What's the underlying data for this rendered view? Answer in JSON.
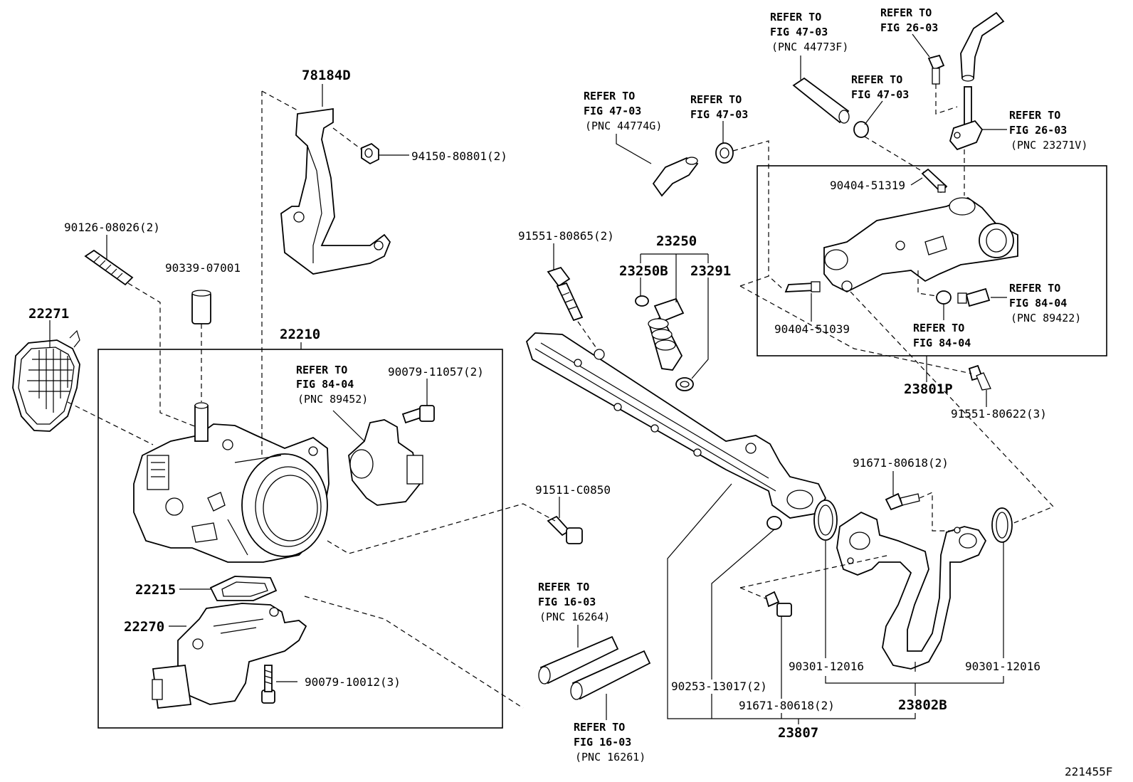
{
  "labels": {
    "p78184D": "78184D",
    "p94150": "94150-80801(2)",
    "p90126": "90126-08026(2)",
    "p90339": "90339-07001",
    "p22271": "22271",
    "p22210": "22210",
    "p90079_11057": "90079-11057(2)",
    "p22215": "22215",
    "p22270": "22270",
    "p90079_10012": "90079-10012(3)",
    "p91551_80865": "91551-80865(2)",
    "p23250": "23250",
    "p23250B": "23250B",
    "p23291": "23291",
    "p91511": "91511-C0850",
    "p90404_51319": "90404-51319",
    "p90404_51039": "90404-51039",
    "p23801P": "23801P",
    "p91551_80622": "91551-80622(3)",
    "p91671_a": "91671-80618(2)",
    "p91671_b": "91671-80618(2)",
    "p90301_a": "90301-12016",
    "p90301_b": "90301-12016",
    "p90253": "90253-13017(2)",
    "p23802B": "23802B",
    "p23807": "23807",
    "fig_code": "221455F"
  },
  "refs": {
    "r1": {
      "l1": "REFER TO",
      "l2": "FIG 47-03",
      "l3": "(PNC 44774G)"
    },
    "r2": {
      "l1": "REFER TO",
      "l2": "FIG 47-03"
    },
    "r3": {
      "l1": "REFER TO",
      "l2": "FIG 47-03",
      "l3": "(PNC 44773F)"
    },
    "r4": {
      "l1": "REFER TO",
      "l2": "FIG 26-03"
    },
    "r5": {
      "l1": "REFER TO",
      "l2": "FIG 47-03"
    },
    "r6": {
      "l1": "REFER TO",
      "l2": "FIG 26-03",
      "l3": "(PNC 23271V)"
    },
    "r7": {
      "l1": "REFER TO",
      "l2": "FIG 84-04",
      "l3": "(PNC 89452)"
    },
    "r8": {
      "l1": "REFER TO",
      "l2": "FIG 84-04",
      "l3": "(PNC 89422)"
    },
    "r9": {
      "l1": "REFER TO",
      "l2": "FIG 84-04"
    },
    "r10": {
      "l1": "REFER TO",
      "l2": "FIG 16-03",
      "l3": "(PNC 16264)"
    },
    "r11": {
      "l1": "REFER TO",
      "l2": "FIG 16-03",
      "l3": "(PNC 16261)"
    }
  }
}
